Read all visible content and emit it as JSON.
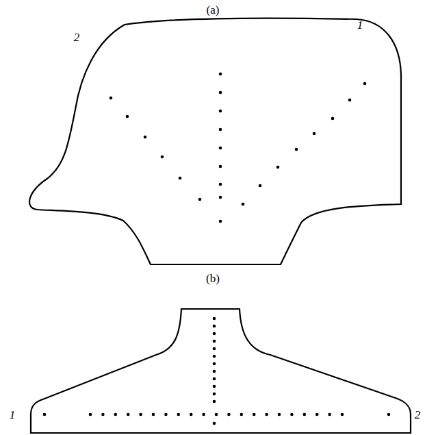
{
  "diagram": {
    "labels": [
      "(a)",
      "1",
      "2",
      "(b)",
      "1",
      "2"
    ]
  }
}
